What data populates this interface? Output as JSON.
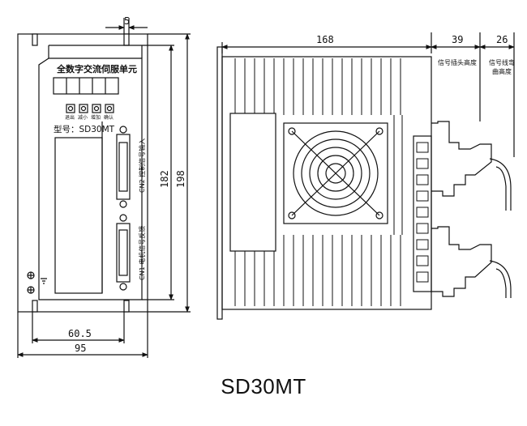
{
  "caption": "SD30MT",
  "front_view": {
    "unit_title": "全数字交流伺服单元",
    "model_label": "型号：SD30MT",
    "buttons": [
      "退出",
      "减小",
      "增加",
      "确认"
    ],
    "cn2_label": "CN2 控制信号输入",
    "cn1_label": "CN1 电机信号反馈",
    "dims": {
      "slot": "5",
      "inner_height": "182",
      "outer_height": "198",
      "inner_width": "60.5",
      "outer_width": "95"
    }
  },
  "side_view": {
    "dims": {
      "length": "168",
      "plug_height": "39",
      "cable_bend": "26"
    },
    "plug_height_label": "信号插头高度",
    "cable_bend_label": [
      "信号线弯",
      "曲高度"
    ]
  }
}
